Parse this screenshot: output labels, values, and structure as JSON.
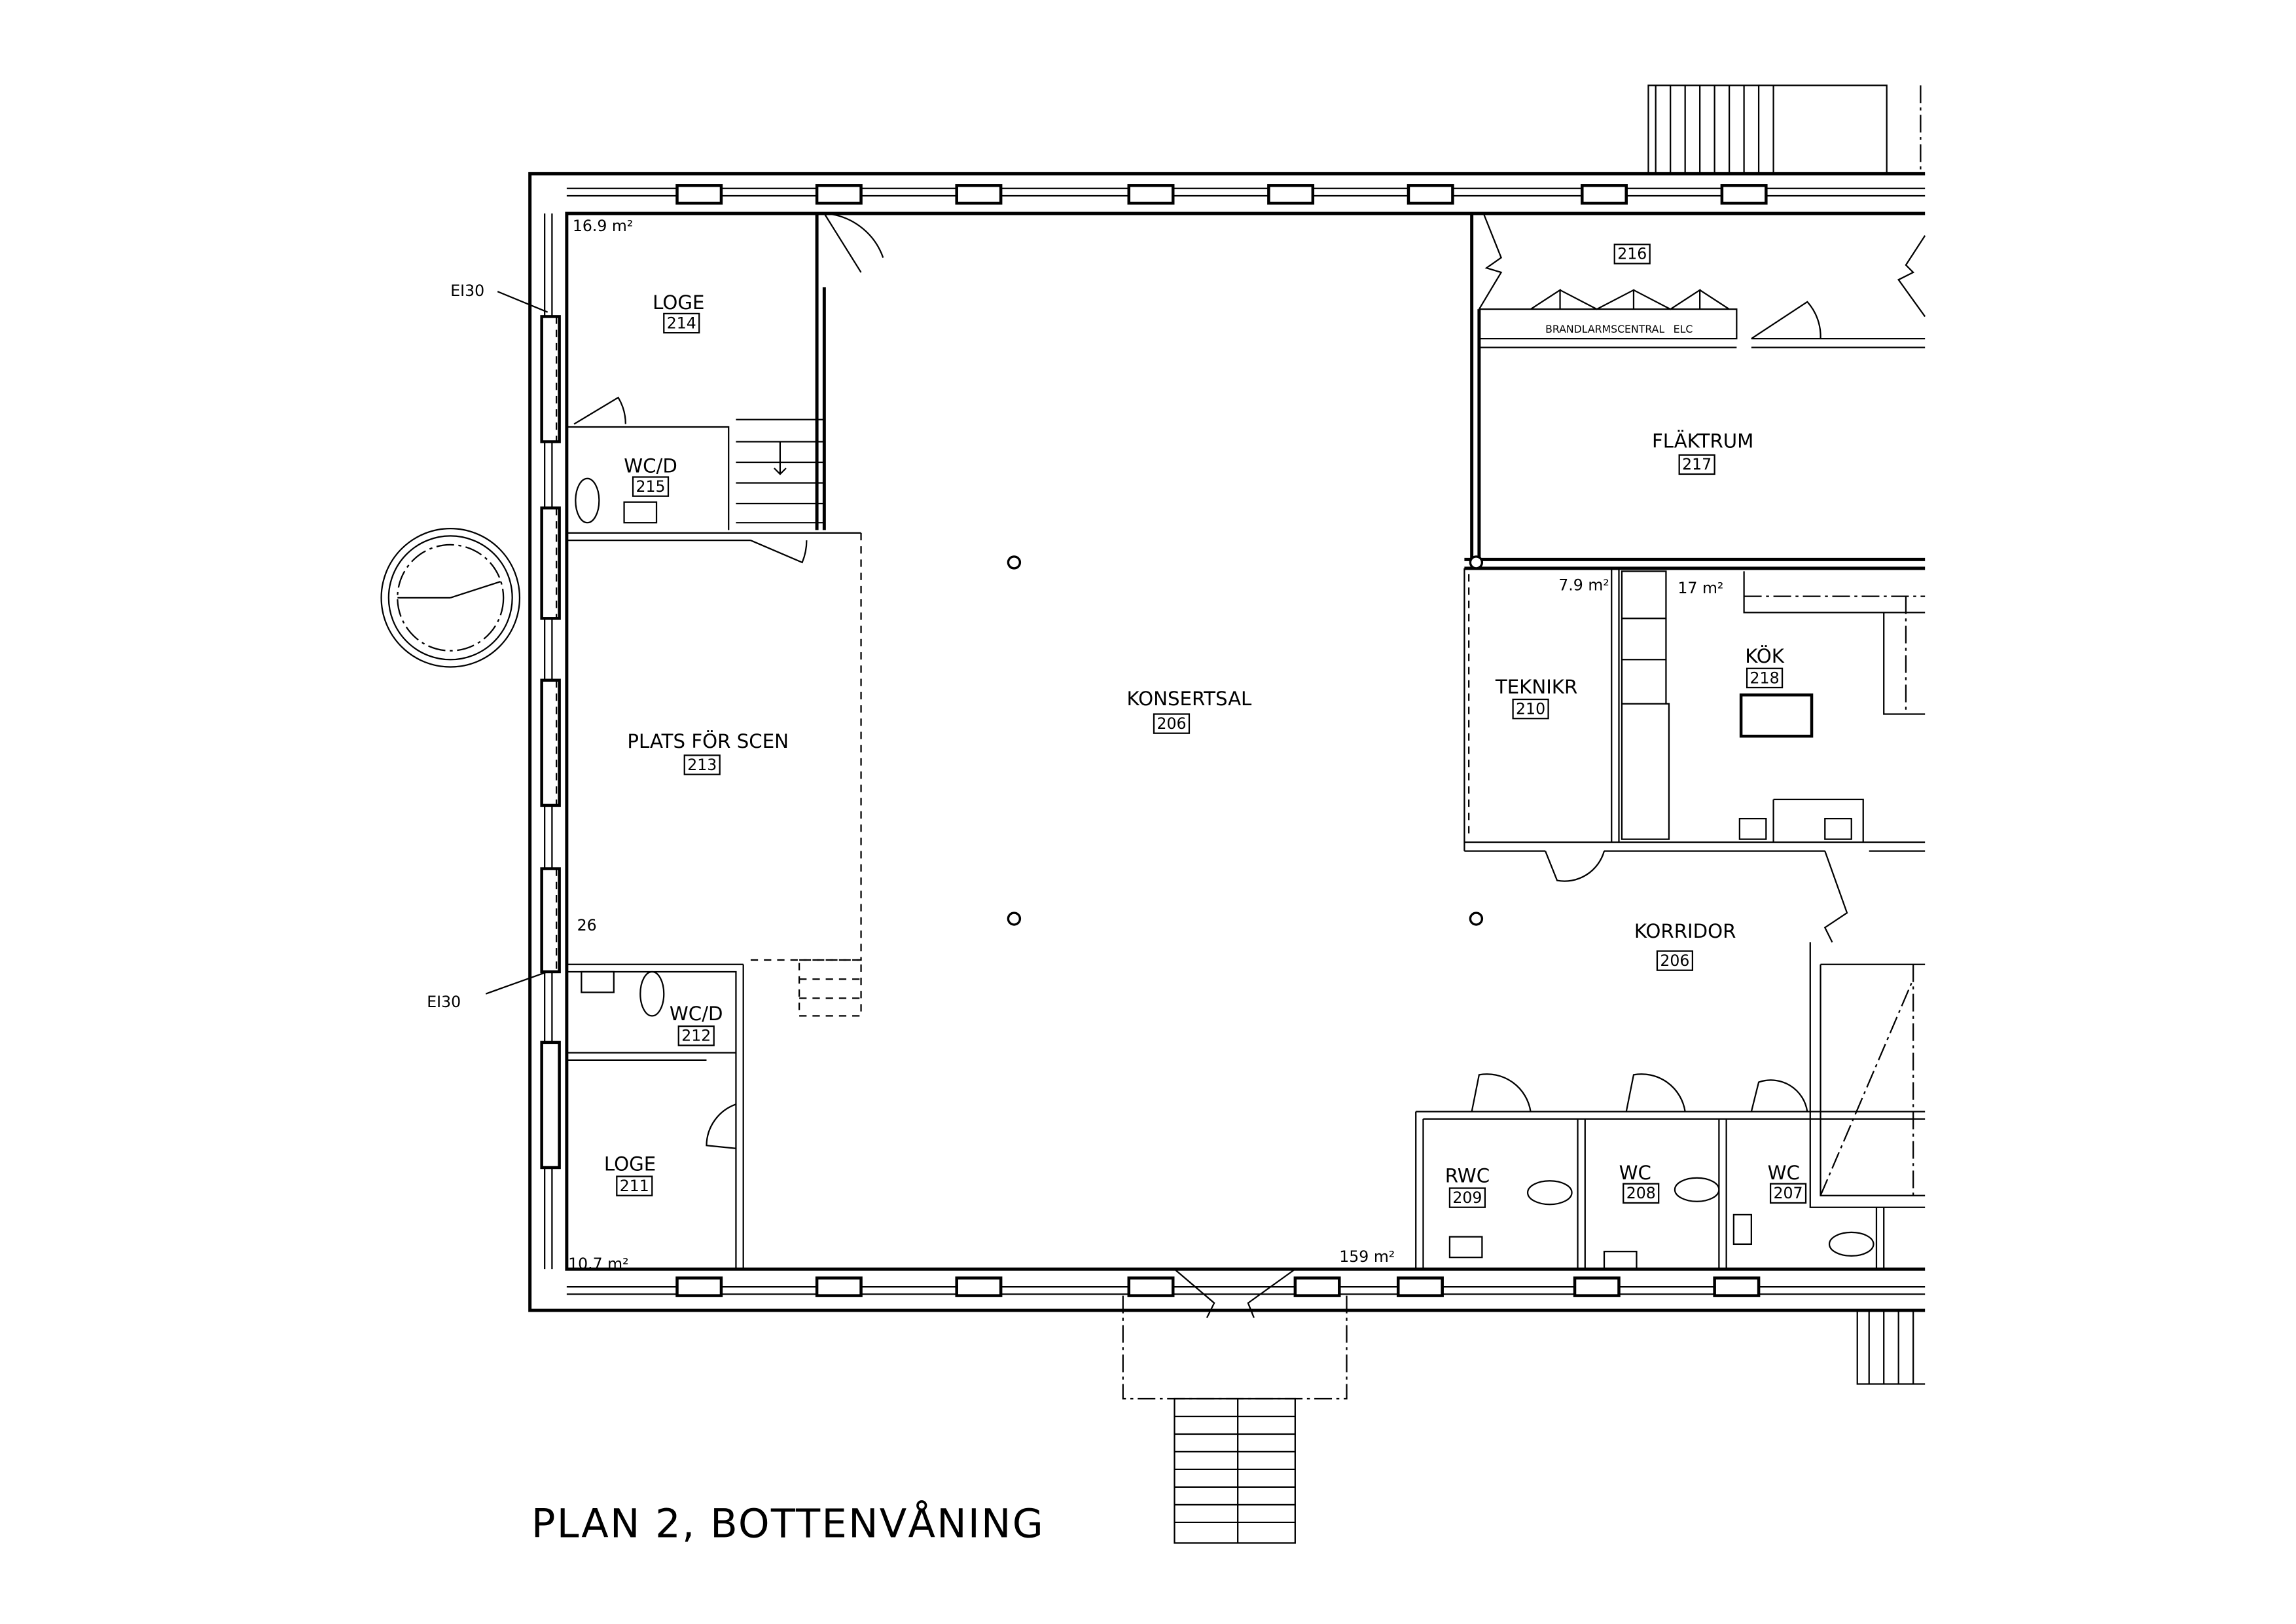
{
  "title": "PLAN 2, BOTTENVÅNING",
  "fire_class_labels": [
    "EI30",
    "EI30"
  ],
  "rooms": [
    {
      "name": "LOGE",
      "number": "214",
      "area": "16.9 m²"
    },
    {
      "name": "WC/D",
      "number": "215"
    },
    {
      "name": "PLATS FÖR SCEN",
      "number": "213",
      "area": "26"
    },
    {
      "name": "WC/D",
      "number": "212"
    },
    {
      "name": "LOGE",
      "number": "211",
      "area": "10.7 m²"
    },
    {
      "name": "KONSERTSAL",
      "number": "206",
      "area": "159 m²"
    },
    {
      "name": "",
      "number": "216"
    },
    {
      "name": "FLÄKTRUM",
      "number": "217"
    },
    {
      "name": "TEKNIKR",
      "number": "210",
      "area": "7.9 m²"
    },
    {
      "name": "KÖK",
      "number": "218",
      "area": "17 m²"
    },
    {
      "name": "KORRIDOR",
      "number": "206"
    },
    {
      "name": "RWC",
      "number": "209"
    },
    {
      "name": "WC",
      "number": "208"
    },
    {
      "name": "WC",
      "number": "207"
    }
  ],
  "cabinets": {
    "fire_alarm": "BRANDLARMSCENTRAL",
    "electrical": "ELC"
  }
}
